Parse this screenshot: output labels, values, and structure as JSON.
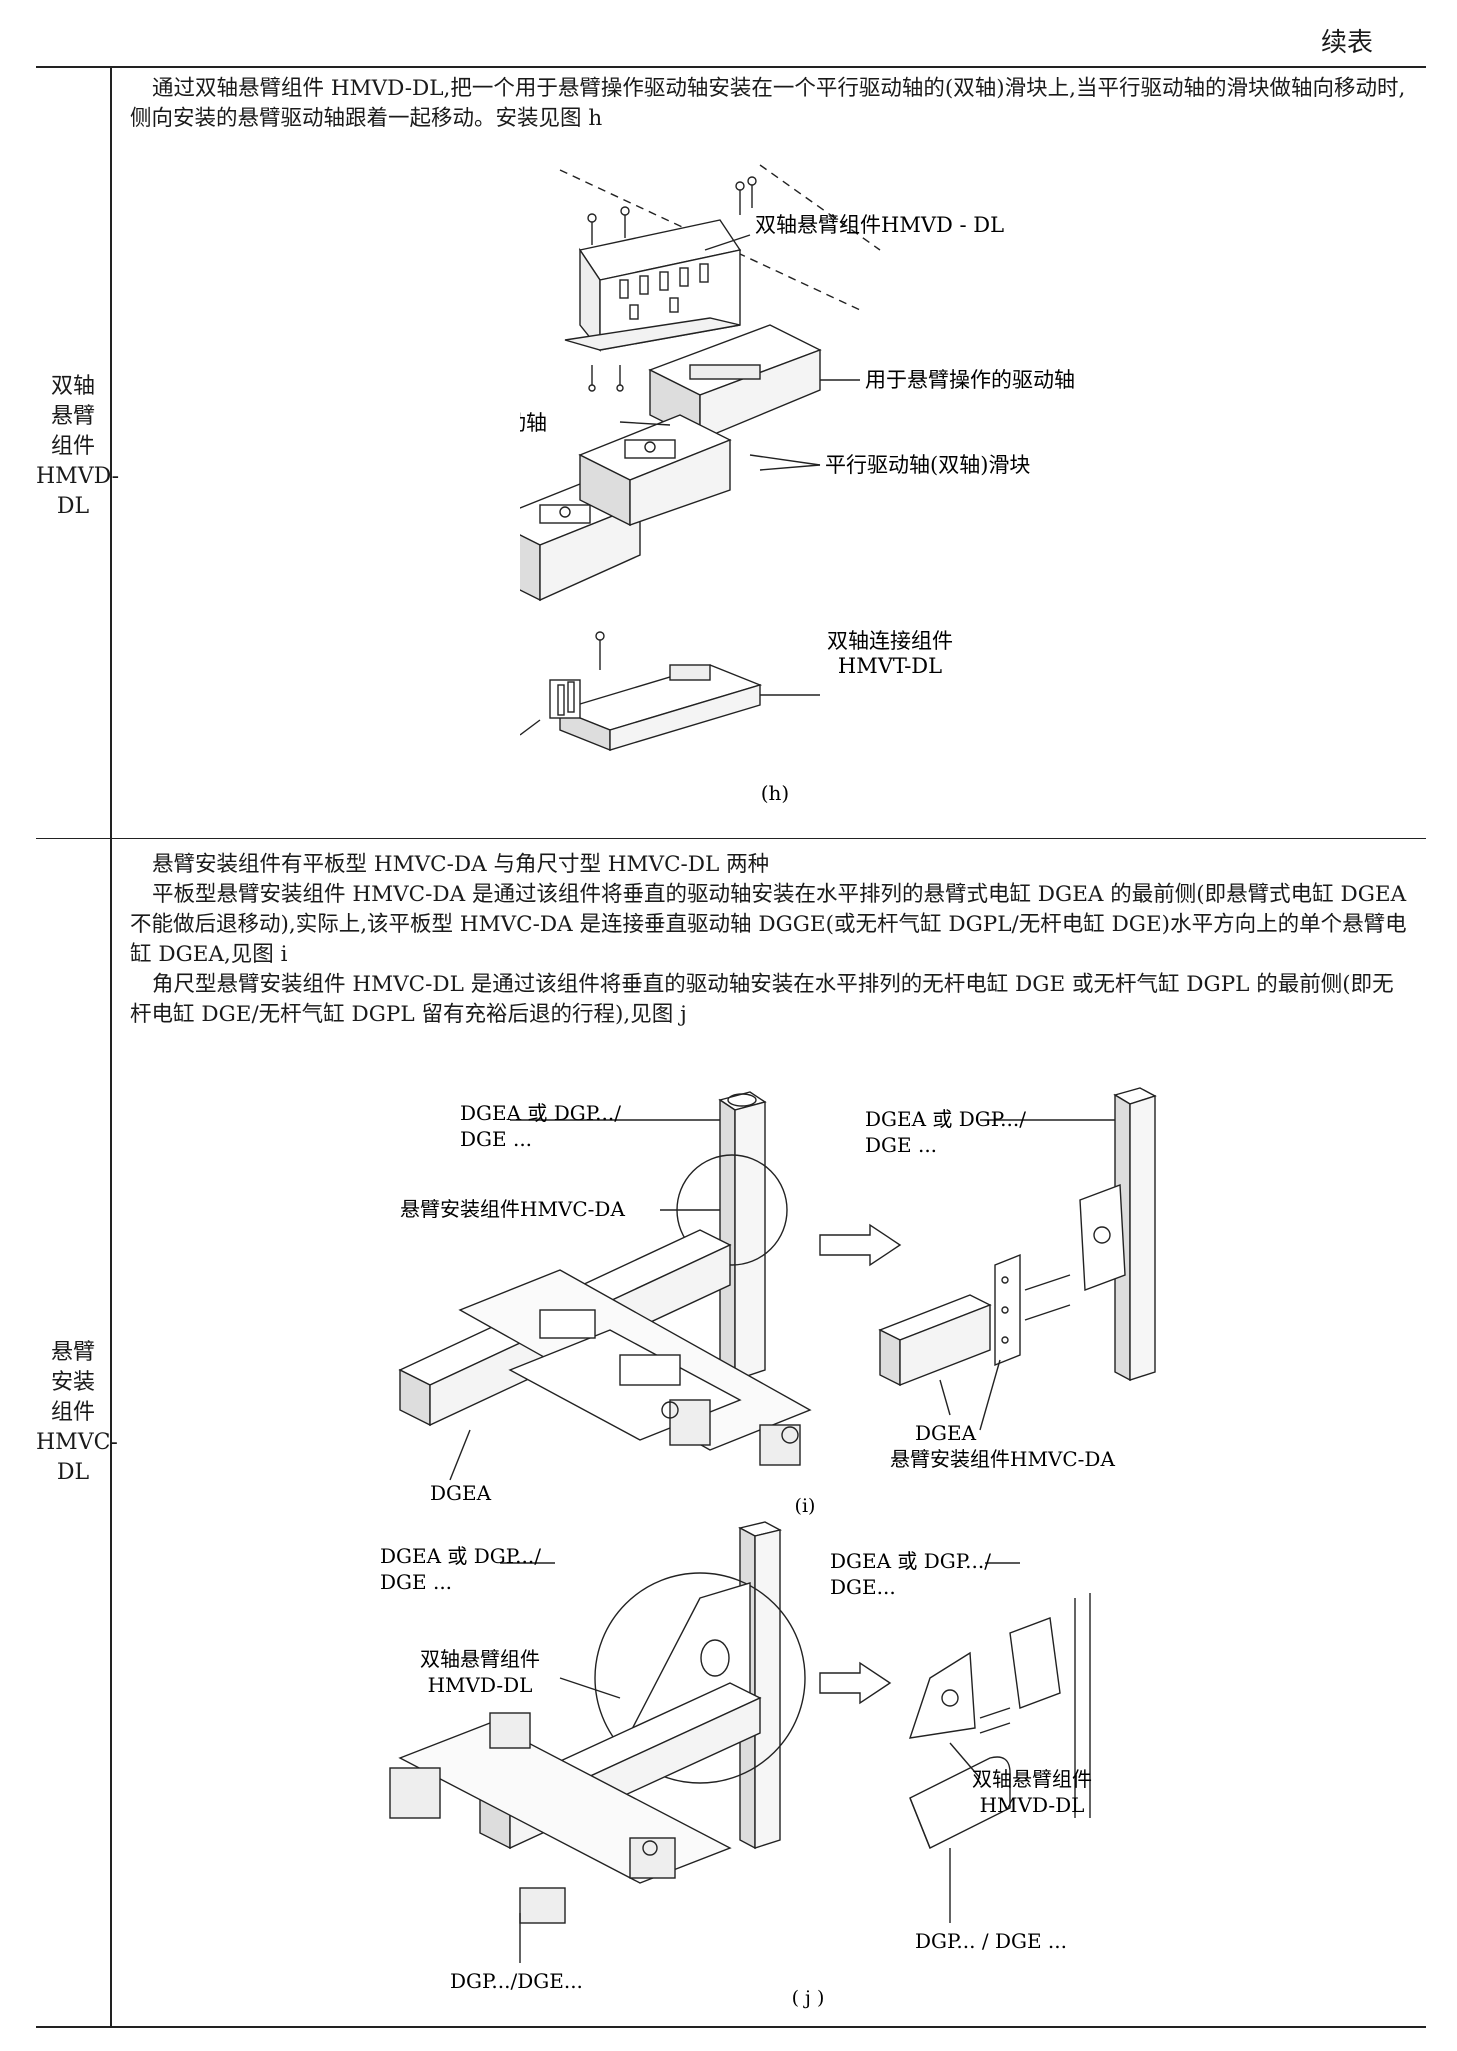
{
  "header": {
    "continued": "续表"
  },
  "row1": {
    "label_lines": [
      "双轴",
      "悬臂",
      "组件",
      "HMVD-",
      "DL"
    ],
    "paragraph": "通过双轴悬臂组件 HMVD-DL,把一个用于悬臂操作驱动轴安装在一个平行驱动轴的(双轴)滑块上,当平行驱动轴的滑块做轴向移动时,侧向安装的悬臂驱动轴跟着一起移动。安装见图 h",
    "figure": {
      "callout_hmvd": "双轴悬臂组件HMVD - DL",
      "callout_drive": "用于悬臂操作的驱动轴",
      "callout_parallel": "平行安装驱动轴",
      "callout_slider": "平行驱动轴(双轴)滑块",
      "callout_conn_1": "双轴连接组件",
      "callout_conn_2": "HMVT-DL",
      "caption": "(h)"
    }
  },
  "row2": {
    "label_lines": [
      "悬臂",
      "安装",
      "组件",
      "HMVC-",
      "DL"
    ],
    "paragraphs": [
      "悬臂安装组件有平板型 HMVC-DA 与角尺寸型 HMVC-DL 两种",
      "平板型悬臂安装组件 HMVC-DA 是通过该组件将垂直的驱动轴安装在水平排列的悬臂式电缸 DGEA 的最前侧(即悬臂式电缸 DGEA 不能做后退移动),实际上,该平板型 HMVC-DA 是连接垂直驱动轴 DGGE(或无杆气缸 DGPL/无杆电缸 DGE)水平方向上的单个悬臂电缸 DGEA,见图 i",
      "角尺型悬臂安装组件 HMVC-DL 是通过该组件将垂直的驱动轴安装在水平排列的无杆电缸 DGE 或无杆气缸 DGPL 的最前侧(即无杆电缸 DGE/无杆气缸 DGPL 留有充裕后退的行程),见图 j"
    ],
    "figure_i": {
      "top_left_1": "DGEA 或 DGP.../",
      "top_left_2": "DGE ...",
      "hmvc_da": "悬臂安装组件HMVC-DA",
      "dgea_bottom": "DGEA",
      "right_top_1": "DGEA 或 DGP.../",
      "right_top_2": "DGE ...",
      "right_dgea": "DGEA",
      "right_hmvc": "悬臂安装组件HMVC-DA",
      "caption": "(i)"
    },
    "figure_j": {
      "top_left_1": "DGEA 或 DGP.../",
      "top_left_2": "DGE ...",
      "hmvd_1": "双轴悬臂组件",
      "hmvd_2": "HMVD-DL",
      "bottom_left": "DGP.../DGE...",
      "right_top_1": "DGEA 或 DGP.../",
      "right_top_2": "DGE...",
      "right_hmvd_1": "双轴悬臂组件",
      "right_hmvd_2": "HMVD-DL",
      "right_bottom": "DGP... / DGE ...",
      "caption": "( j )"
    }
  }
}
